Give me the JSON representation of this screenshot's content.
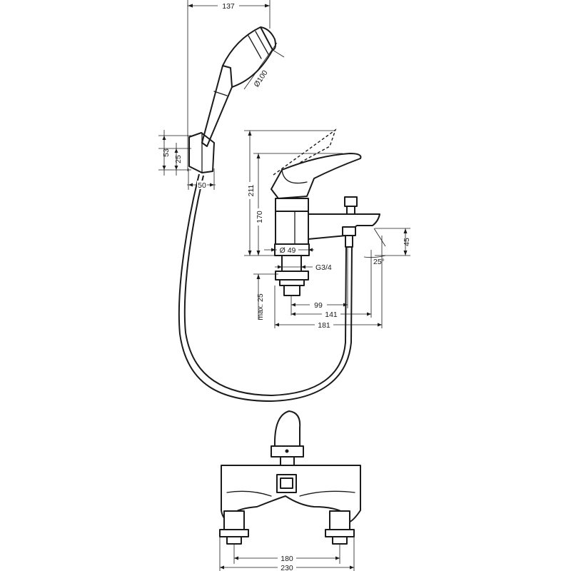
{
  "dimensions": {
    "shower_width": "137",
    "shower_head_diameter": "Ø100",
    "holder_height": "53",
    "holder_offset": "25",
    "holder_width": "50",
    "lever_height": "211",
    "spout_height": "170",
    "body_diameter": "Ø 49",
    "thread": "G3/4",
    "spout_projection": "45",
    "spout_angle": "25°",
    "max_deck": "max. 25",
    "depth_99": "99",
    "depth_141": "141",
    "depth_181": "181",
    "center_distance": "180",
    "overall_width": "230"
  }
}
